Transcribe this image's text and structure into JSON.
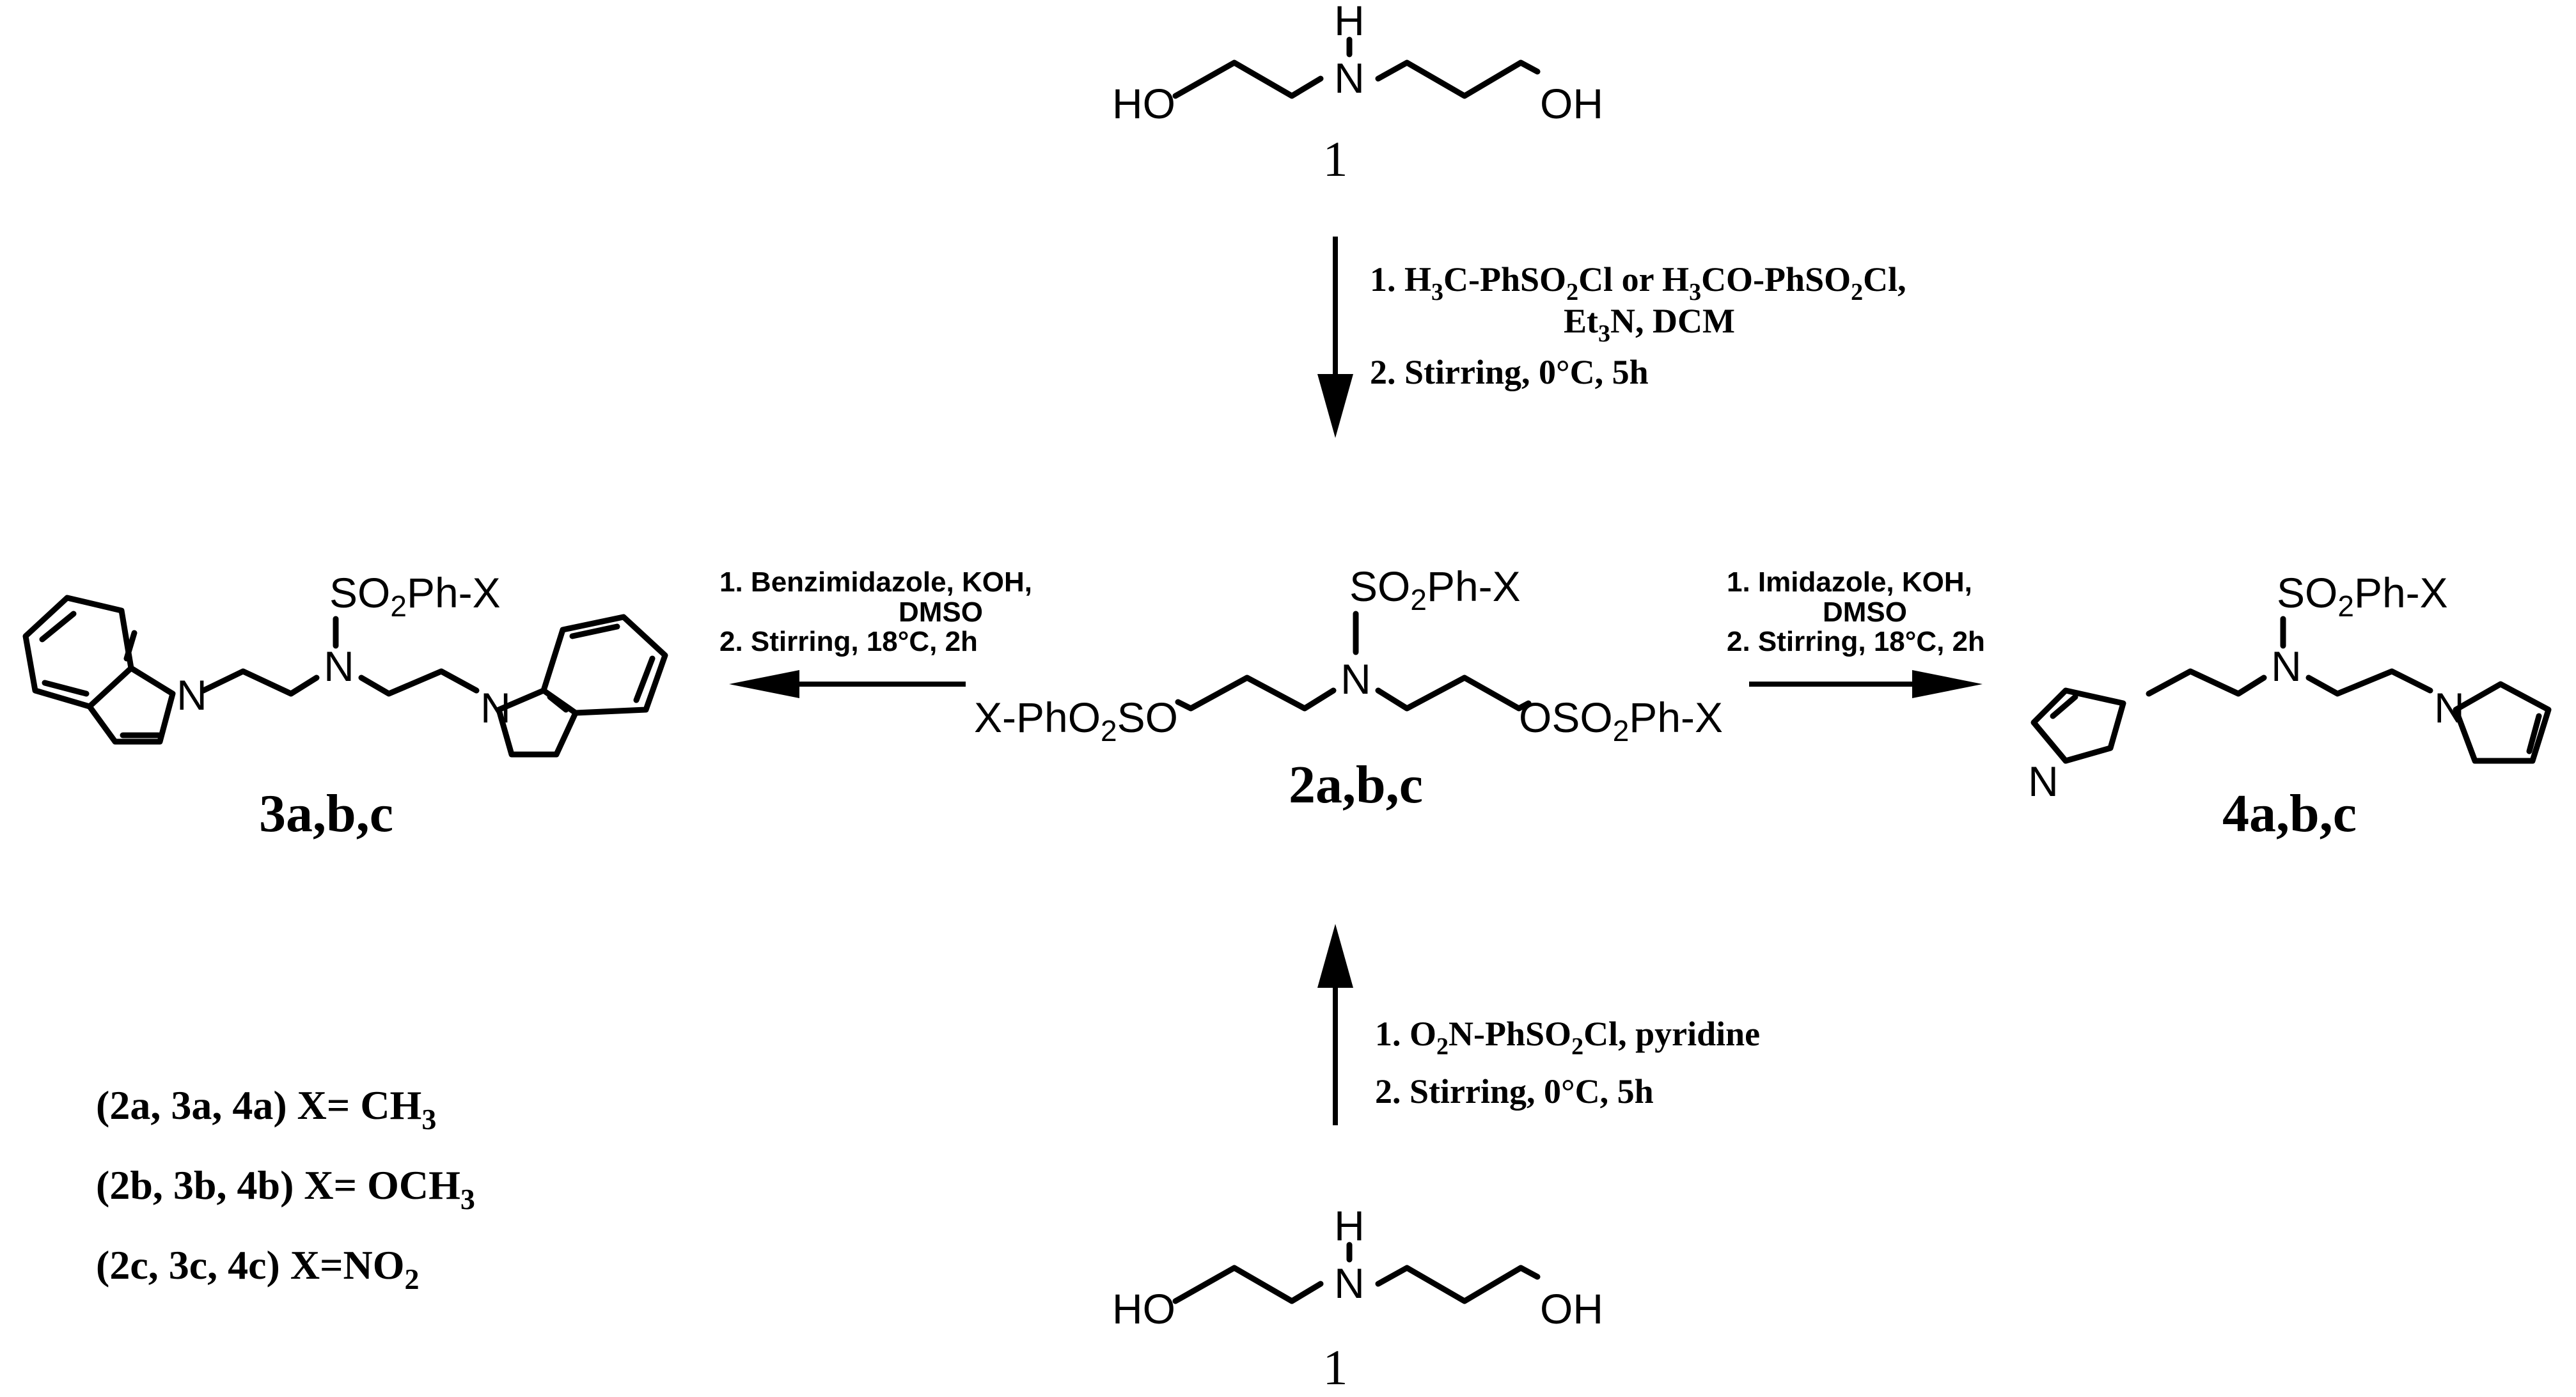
{
  "compound_1": {
    "h": "H",
    "n": "N",
    "ho_left": "HO",
    "oh_right": "OH",
    "number": "1"
  },
  "reaction_top": {
    "line1": {
      "a": "1. H",
      "b": "3",
      "c": "C-PhSO",
      "d": "2",
      "e": "Cl or H",
      "f": "3",
      "g": "CO-PhSO",
      "h": "2",
      "i": "Cl,"
    },
    "line2": {
      "a": "Et",
      "b": "3",
      "c": "N, DCM"
    },
    "line3": "2. Stirring, 0°C, 5h"
  },
  "reaction_left": {
    "line1": "1. Benzimidazole, KOH,",
    "line2": "DMSO",
    "line3": "2. Stirring, 18°C, 2h"
  },
  "reaction_right": {
    "line1": "1. Imidazole, KOH,",
    "line2": "DMSO",
    "line3": "2. Stirring, 18°C, 2h"
  },
  "reaction_bottom": {
    "line1": {
      "a": "1. O",
      "b": "2",
      "c": "N-PhSO",
      "d": "2",
      "e": "Cl, pyridine"
    },
    "line2": "2. Stirring, 0°C, 5h"
  },
  "compound_2": {
    "so2phx": {
      "a": "SO",
      "b": "2",
      "c": "Ph-X"
    },
    "n": "N",
    "left_group": {
      "a": "X-PhO",
      "b": "2",
      "c": "SO"
    },
    "right_group": {
      "a": "OSO",
      "b": "2",
      "c": "Ph-X"
    },
    "label": "2a,b,c"
  },
  "compound_3": {
    "so2phx": {
      "a": "SO",
      "b": "2",
      "c": "Ph-X"
    },
    "n_amine": "N",
    "n_ring": "N",
    "label": "3a,b,c"
  },
  "compound_4": {
    "so2phx": {
      "a": "SO",
      "b": "2",
      "c": "Ph-X"
    },
    "n_amine": "N",
    "n_ring": "N",
    "label": "4a,b,c"
  },
  "legend": {
    "row1": {
      "a": "(2a, 3a, 4a) X= CH",
      "b": "3"
    },
    "row2": {
      "a": "(2b, 3b, 4b) X= OCH",
      "b": "3"
    },
    "row3": {
      "a": "(2c, 3c, 4c) X=NO",
      "b": "2"
    }
  }
}
